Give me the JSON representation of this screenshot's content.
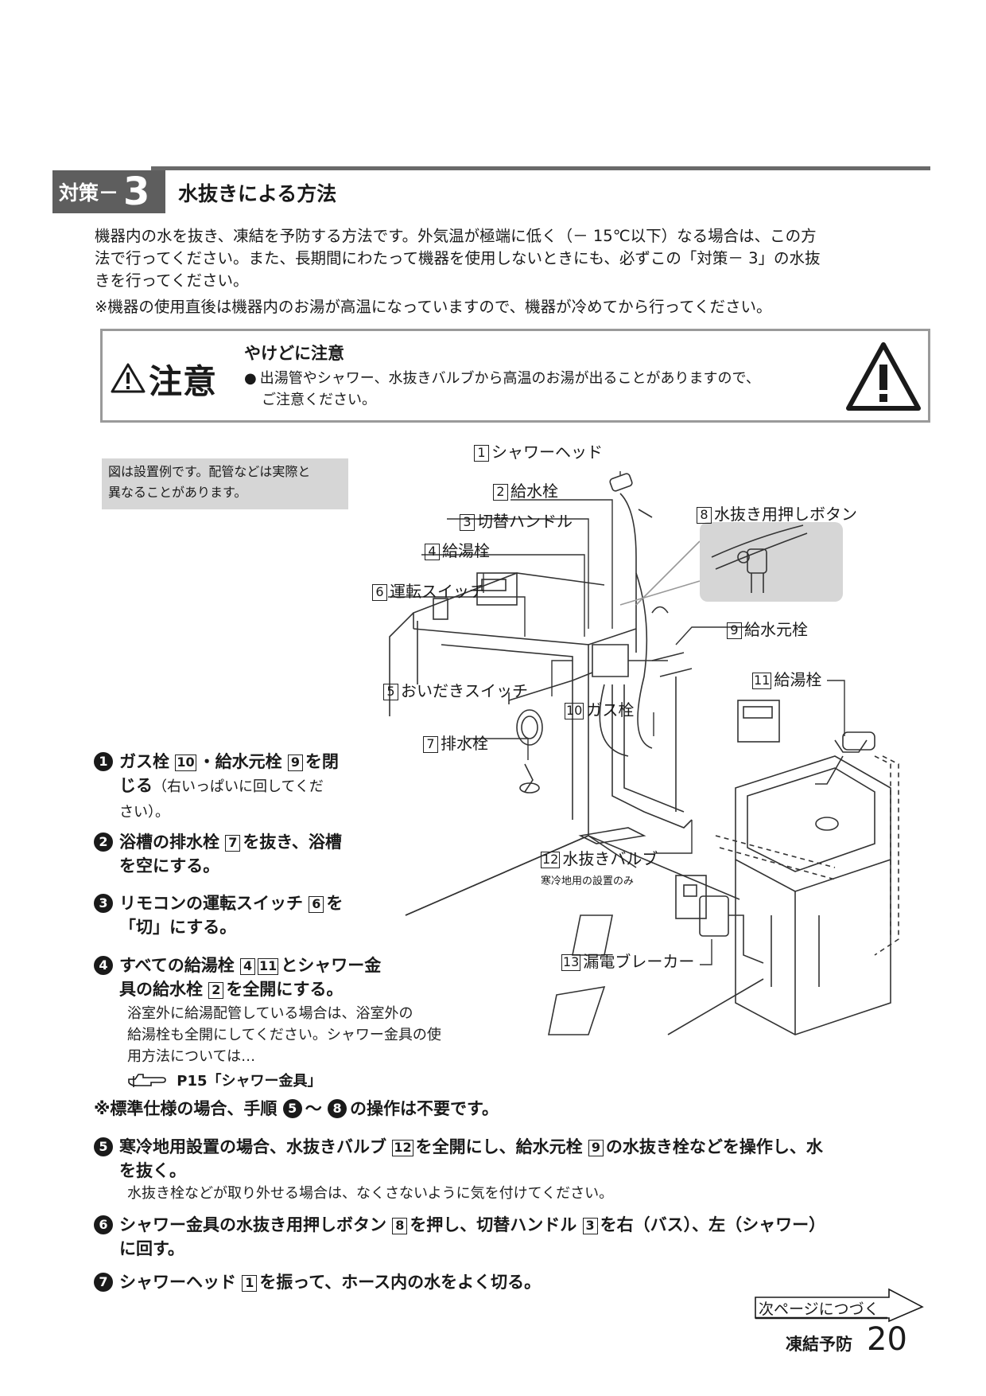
{
  "section": {
    "badge_text": "対策－",
    "badge_num": "3",
    "title": "水抜きによる方法"
  },
  "intro": {
    "line1": "機器内の水を抜き、凍結を予防する方法です。外気温が極端に低く（－ 15℃以下）なる場合は、この方",
    "line2": "法で行ってください。また、長期間にわたって機器を使用しないときにも、必ずこの「対策－ 3」の水抜",
    "line3": "きを行ってください。",
    "note": "※機器の使用直後は機器内のお湯が高温になっていますので、機器が冷めてから行ってください。"
  },
  "caution": {
    "word": "注意",
    "title": "やけどに注意",
    "bullet": "●",
    "body_line1": "出湯管やシャワー、水抜きバルブから高温のお湯が出ることがありますので、",
    "body_line2": "ご注意ください。"
  },
  "diagram": {
    "note_line1": "図は設置例です。配管などは実際と",
    "note_line2": "異なることがあります。",
    "labels": [
      {
        "num": "1",
        "text": "シャワーヘッド"
      },
      {
        "num": "2",
        "text": "給水栓"
      },
      {
        "num": "3",
        "text": "切替ハンドル"
      },
      {
        "num": "4",
        "text": "給湯栓"
      },
      {
        "num": "6",
        "text": "運転スイッチ"
      },
      {
        "num": "5",
        "text": "おいだきスイッチ"
      },
      {
        "num": "7",
        "text": "排水栓"
      },
      {
        "num": "10",
        "text": "ガス栓"
      },
      {
        "num": "8",
        "text": "水抜き用押しボタン"
      },
      {
        "num": "9",
        "text": "給水元栓"
      },
      {
        "num": "11",
        "text": "給湯栓"
      },
      {
        "num": "12",
        "text": "水抜きバルブ"
      },
      {
        "num": "13",
        "text": "漏電ブレーカー"
      }
    ],
    "cold_note": "寒冷地用の設置のみ"
  },
  "steps": {
    "s1": {
      "num": "1",
      "a": "ガス栓",
      "b": "・給水元栓",
      "c": "を閉",
      "d": "じる",
      "e": "（右いっぱいに回してくだ",
      "f": "さい）。",
      "box1": "10",
      "box2": "9"
    },
    "s2": {
      "num": "2",
      "a": "浴槽の排水栓",
      "box": "7",
      "b": "を抜き、浴槽",
      "c": "を空にする。"
    },
    "s3": {
      "num": "3",
      "a": "リモコンの運転スイッチ",
      "box": "6",
      "b": "を",
      "c": "「切」にする。"
    },
    "s4": {
      "num": "4",
      "a": "すべての給湯栓",
      "box1": "4",
      "box2": "11",
      "b": "とシャワー金",
      "c": "具の給水栓",
      "box3": "2",
      "d": "を全開にする。",
      "sub1": "浴室外に給湯配管している場合は、浴室外の",
      "sub2": "給湯栓も全開にしてください。シャワー金具の使",
      "sub3": "用方法については…",
      "ref": "P15「シャワー金具」"
    },
    "note": {
      "a": "※標準仕様の場合、手順",
      "from": "5",
      "tilde": "～",
      "to": "8",
      "b": "の操作は不要です。"
    },
    "s5": {
      "num": "5",
      "a": "寒冷地用設置の場合、水抜きバルブ",
      "box1": "12",
      "b": "を全開にし、給水元栓",
      "box2": "9",
      "c": "の水抜き栓などを操作し、水",
      "d": "を抜く。",
      "sub": "水抜き栓などが取り外せる場合は、なくさないように気を付けてください。"
    },
    "s6": {
      "num": "6",
      "a": "シャワー金具の水抜き用押しボタン",
      "box1": "8",
      "b": "を押し、切替ハンドル",
      "box2": "3",
      "c": "を右（バス）、左（シャワー）",
      "d": "に回す。"
    },
    "s7": {
      "num": "7",
      "a": "シャワーヘッド",
      "box": "1",
      "b": "を振って、ホース内の水をよく切る。"
    }
  },
  "next_page": "次ページにつづく",
  "footer": {
    "title": "凍結予防",
    "page": "20"
  }
}
